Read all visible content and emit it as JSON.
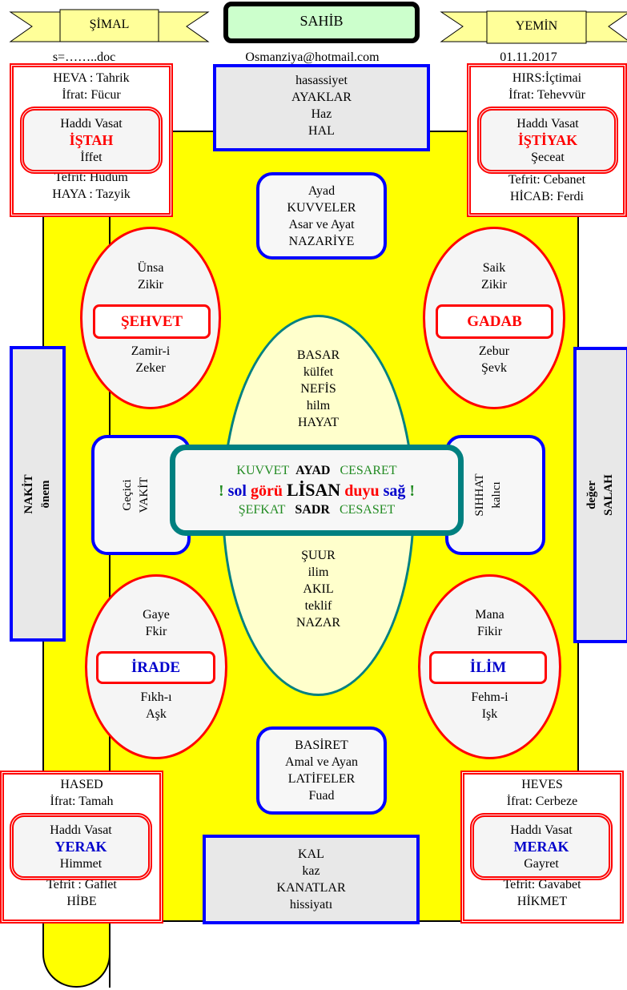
{
  "header": {
    "left_banner": "ŞİMAL",
    "title": "SAHİB",
    "right_banner": "YEMİN",
    "file": "s=……..doc",
    "email": "Osmanziya@hotmail.com",
    "date": "01.11.2017"
  },
  "top_left": {
    "l1": "HEVA : Tahrik",
    "l2": "İfrat: Fücur",
    "inner1": "Haddı Vasat",
    "inner2": "İŞTAH",
    "inner3": "İffet",
    "l3": "Tefrit: Hudum",
    "l4": "HAYA : Tazyik"
  },
  "top_right": {
    "l1": "HIRS:İçtimai",
    "l2": "İfrat: Tehevvür",
    "inner1": "Haddı Vasat",
    "inner2": "İŞTİYAK",
    "inner3": "Şeceat",
    "l3": "Tefrit: Cebanet",
    "l4": "HİCAB: Ferdi"
  },
  "bottom_left": {
    "l1": "HASED",
    "l2": "İfrat: Tamah",
    "inner1": "Haddı Vasat",
    "inner2": "YERAK",
    "inner3": "Himmet",
    "l3": "Tefrit :  Gaflet",
    "l4": "HİBE"
  },
  "bottom_right": {
    "l1": "HEVES",
    "l2": "İfrat: Cerbeze",
    "inner1": "Haddı Vasat",
    "inner2": "MERAK",
    "inner3": "Gayret",
    "l3": "Tefrit: Gavabet",
    "l4": "HİKMET"
  },
  "top_center": [
    "hasassiyet",
    "AYAKLAR",
    "Haz",
    "HAL"
  ],
  "ayad_box": [
    "Ayad",
    "KUVVELER",
    "Asar ve Ayat",
    "NAZARİYE"
  ],
  "basiret_box": [
    "BASİRET",
    "Amal ve Ayan",
    "LATİFELER",
    "Fuad"
  ],
  "bottom_center": [
    "KAL",
    "kaz",
    "KANATLAR",
    "hissiyatı"
  ],
  "sehvet": {
    "top": [
      "Ünsa",
      "Zikir"
    ],
    "label": "ŞEHVET",
    "bottom": [
      "Zamir-i",
      "Zeker"
    ]
  },
  "gadab": {
    "top": [
      "Saik",
      "Zikir"
    ],
    "label": "GADAB",
    "bottom": [
      "Zebur",
      "Şevk"
    ]
  },
  "irade": {
    "top": [
      "Gaye",
      "Fkir"
    ],
    "label": "İRADE",
    "bottom": [
      "Fıkh-ı",
      "Aşk"
    ]
  },
  "ilim": {
    "top": [
      "Mana",
      "Fikir"
    ],
    "label": "İLİM",
    "bottom": [
      "Fehm-i",
      "Işk"
    ]
  },
  "center_ellipse": {
    "top": [
      "BASAR",
      "külfet",
      "NEFİS",
      "hilm",
      "HAYAT"
    ],
    "bottom": [
      "ŞUUR",
      "ilim",
      "AKIL",
      "teklif",
      "NAZAR"
    ]
  },
  "center_box": {
    "r1": [
      "KUVVET",
      "AYAD",
      "CESARET"
    ],
    "r2": [
      "!",
      "sol",
      "görü",
      "LİSAN",
      "duyu",
      "sağ",
      "!"
    ],
    "r3": [
      "ŞEFKAT",
      "SADR",
      "CESASET"
    ]
  },
  "left_side": [
    "NAKİT",
    "önem"
  ],
  "right_side": [
    "değer",
    "SALAH"
  ],
  "left_mid": [
    "Geçici",
    "VAKİT"
  ],
  "right_mid": [
    "SIHHAT",
    "kalıcı"
  ]
}
